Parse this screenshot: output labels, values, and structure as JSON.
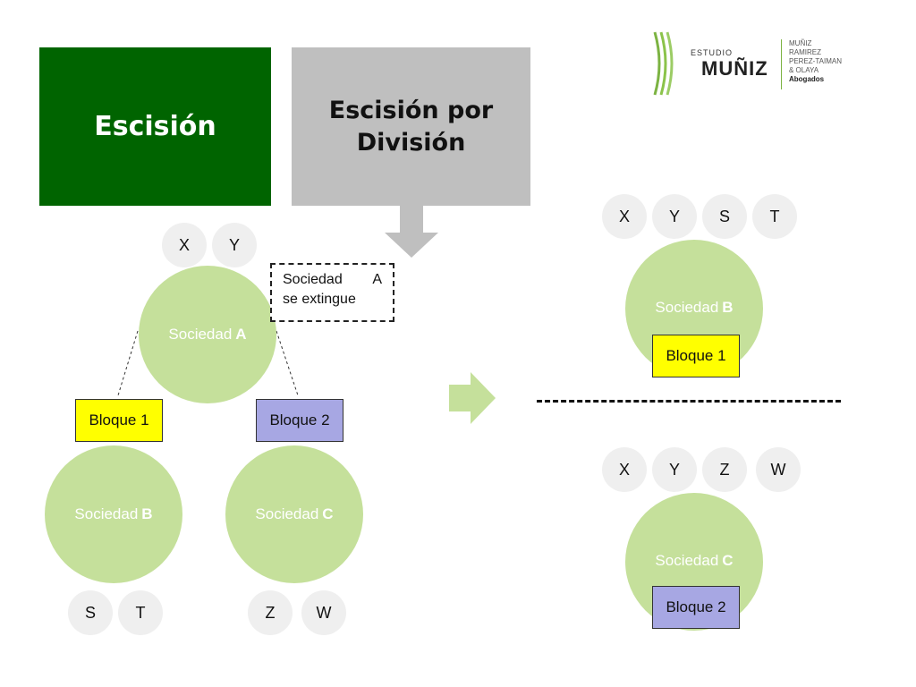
{
  "titles": {
    "main": "Escisión",
    "sub_line1": "Escisión por",
    "sub_line2": "División"
  },
  "logo": {
    "estudio": "ESTUDIO",
    "muniz": "MUÑIZ",
    "side_lines": [
      "MUÑIZ",
      "RAMIREZ",
      "PEREZ-TAIMAN",
      "& OLAYA",
      "Abogados"
    ]
  },
  "left": {
    "sociedad_a": {
      "label": "Sociedad",
      "letter": "A"
    },
    "sociedad_b": {
      "label": "Sociedad",
      "letter": "B"
    },
    "sociedad_c": {
      "label": "Sociedad",
      "letter": "C"
    },
    "shareholders_a": [
      "X",
      "Y"
    ],
    "shareholders_b": [
      "S",
      "T"
    ],
    "shareholders_c": [
      "Z",
      "W"
    ],
    "bloque1": "Bloque 1",
    "bloque2": "Bloque 2",
    "note_word1": "Sociedad",
    "note_word2": "A",
    "note_line2": "se extingue"
  },
  "right": {
    "top_shareholders": [
      "X",
      "Y",
      "S",
      "T"
    ],
    "sociedad_b": {
      "label": "Sociedad",
      "letter": "B"
    },
    "bloque1": "Bloque 1",
    "bottom_shareholders": [
      "X",
      "Y",
      "Z",
      "W"
    ],
    "sociedad_c": {
      "label": "Sociedad",
      "letter": "C"
    },
    "bloque2": "Bloque 2"
  },
  "colors": {
    "main_title_bg": "#006400",
    "sub_title_bg": "#bfbfbf",
    "circle": "#c5e09b",
    "arrow_gray": "#bfbfbf",
    "arrow_green": "#c5e09b",
    "yellow": "#ffff00",
    "purple": "#a7a7e3"
  }
}
